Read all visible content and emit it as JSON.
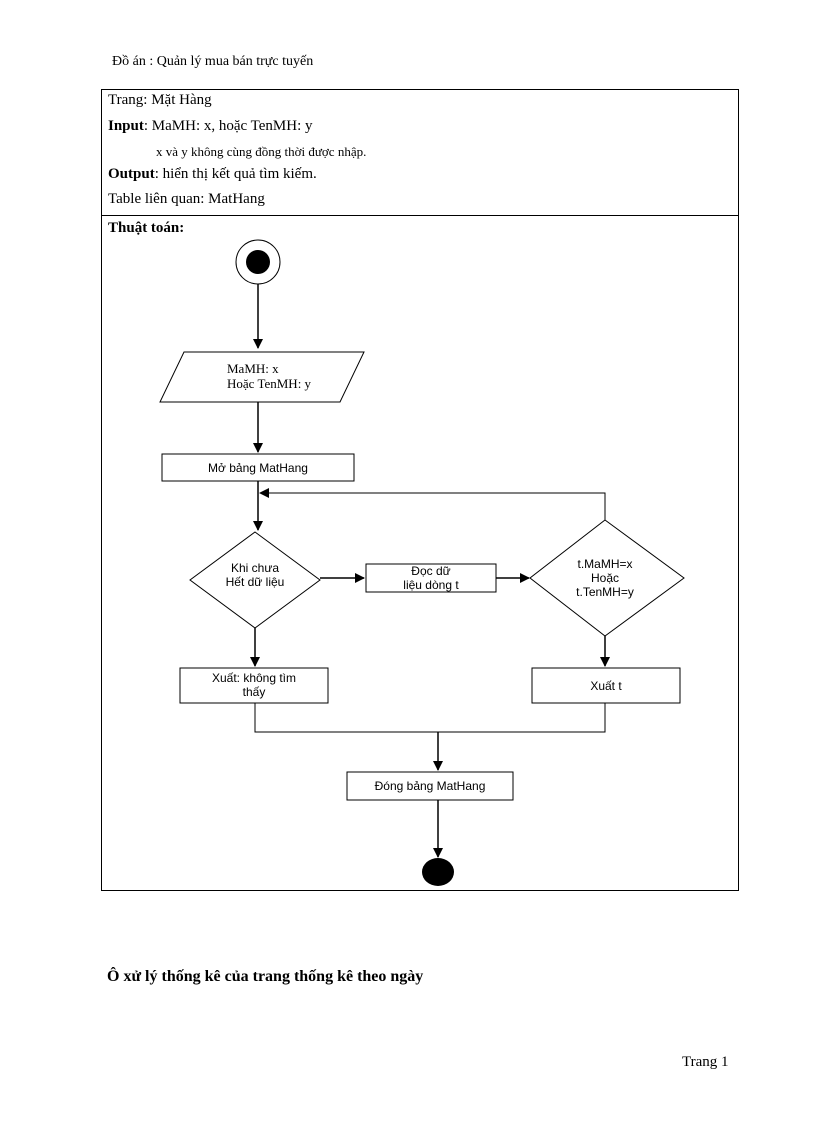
{
  "header": {
    "title": "Đồ án : Quản lý mua bán trực tuyến"
  },
  "spec": {
    "page_label": "Trang:",
    "page_value": "Mặt Hàng",
    "input_label": "Input",
    "input_value": ": MaMH: x, hoặc TenMH: y",
    "input_note": "x và y không cùng đồng thời được nhập.",
    "output_label": "Output",
    "output_value": ": hiển thị kết quả tìm kiếm.",
    "table_label": "Table liên quan:",
    "table_value": "MatHang",
    "algorithm_label": "Thuật toán:"
  },
  "flowchart": {
    "input_line1": "MaMH: x",
    "input_line2": "Hoặc TenMH: y",
    "open_table": "Mở bảng MatHang",
    "loop_line1": "Khi chưa",
    "loop_line2": "Hết dữ liệu",
    "read_line1": "Đọc dữ",
    "read_line2": "liệu dòng t",
    "cond_line1": "t.MaMH=x",
    "cond_line2": "Hoặc",
    "cond_line3": "t.TenMH=y",
    "not_found_line1": "Xuất: không tìm",
    "not_found_line2": "thấy",
    "output_t": "Xuất t",
    "close_table": "Đóng bảng MatHang"
  },
  "section_title": "Ô xử lý thống kê của trang thống kê theo ngày",
  "page_number": "Trang 1"
}
